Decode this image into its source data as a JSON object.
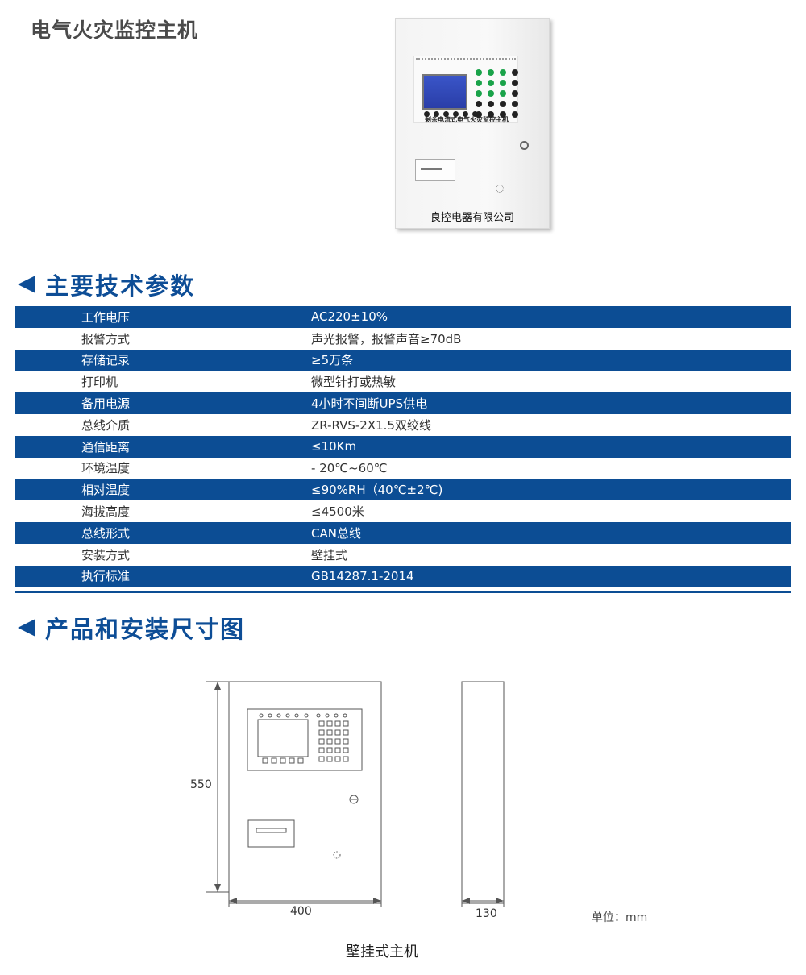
{
  "page": {
    "title": "电气火灾监控主机"
  },
  "product": {
    "panel_label": "剩余电流式电气火灾监控主机",
    "maker": "良控电器有限公司"
  },
  "sections": {
    "params_heading": "主要技术参数",
    "drawing_heading": "产品和安装尺寸图"
  },
  "specs": [
    {
      "key": "工作电压",
      "value": "AC220±10%"
    },
    {
      "key": "报警方式",
      "value": "声光报警，报警声音≥70dB"
    },
    {
      "key": "存储记录",
      "value": "≥5万条"
    },
    {
      "key": "打印机",
      "value": "微型针打或热敏"
    },
    {
      "key": "备用电源",
      "value": "4小时不间断UPS供电"
    },
    {
      "key": "总线介质",
      "value": "ZR-RVS-2X1.5双绞线"
    },
    {
      "key": "通信距离",
      "value": "≤10Km"
    },
    {
      "key": "环境温度",
      "value": " - 20℃~60℃"
    },
    {
      "key": "相对温度",
      "value": "≤90%RH（40℃±2℃)"
    },
    {
      "key": "海拔高度",
      "value": "≤4500米"
    },
    {
      "key": "总线形式",
      "value": "CAN总线"
    },
    {
      "key": "安装方式",
      "value": "壁挂式"
    },
    {
      "key": "执行标准",
      "value": "GB14287.1-2014"
    }
  ],
  "drawing": {
    "height_label": "550",
    "width_label": "400",
    "depth_label": "130",
    "unit_note": "单位：mm",
    "caption": "壁挂式主机"
  },
  "colors": {
    "brand_blue": "#0c4d94",
    "heading_blue": "#0d4d96"
  }
}
